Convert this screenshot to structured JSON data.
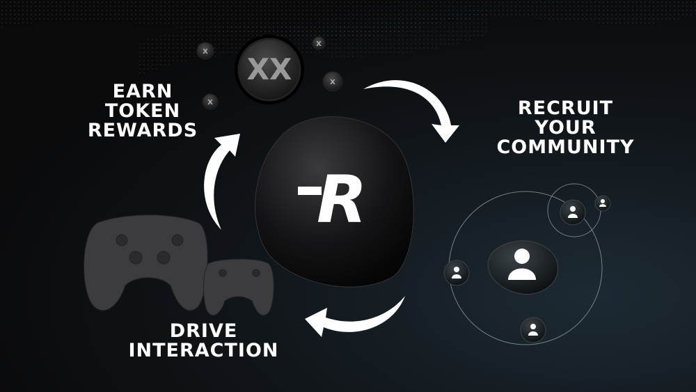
{
  "labels": {
    "earn": [
      "EARN",
      "TOKEN",
      "REWARDS"
    ],
    "recruit": [
      "RECRUIT",
      "YOUR",
      "COMMUNITY"
    ],
    "drive": [
      "DRIVE",
      "INTERACTION"
    ]
  },
  "center_logo": "R",
  "colors": {
    "background": "#0b0c0e",
    "text": "#ffffff",
    "token": "#9a9a9a"
  }
}
